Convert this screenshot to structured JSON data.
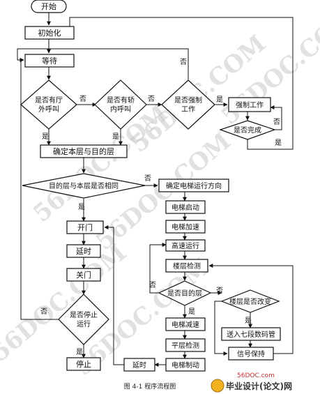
{
  "flowchart": {
    "nodes": {
      "start": "开始",
      "init": "初始化",
      "wait": "等待",
      "hall_call": [
        "是否有厅",
        "外呼叫"
      ],
      "car_call": [
        "是否有轿",
        "内呼叫"
      ],
      "forced": [
        "是否强制",
        "工作"
      ],
      "forced_work": "强制工作",
      "done": "是否完成",
      "set_floors": "确定本层与目的层",
      "same_floor": "目的层与本层是否相同",
      "direction": "确定电梯运行方向",
      "start_motor": "电梯启动",
      "accel": "电梯加速",
      "high_speed": "高速运行",
      "detect": "楼层检测",
      "is_target": "是否目的层",
      "floor_change": "楼层是否改变",
      "decel": "电梯减速",
      "level": "平层检测",
      "brake": "电梯制动",
      "delay_right": "延时",
      "seg": "送入七段数码管",
      "hold": "信号保持",
      "open": "开门",
      "delay": "延时",
      "close": "关门",
      "stop_q": [
        "是否停止",
        "运行"
      ],
      "stop": "停止"
    },
    "edge_labels": {
      "yes": "是",
      "no": "否"
    },
    "caption": "图 4-1  程序流程图"
  },
  "watermark": {
    "text": "56DOC.COM",
    "site": "56DOC.com",
    "brand": "毕业设计(论文)网"
  },
  "colors": {
    "line": "#111111",
    "watermark": "#c9c9c9",
    "brand": "#333333"
  }
}
